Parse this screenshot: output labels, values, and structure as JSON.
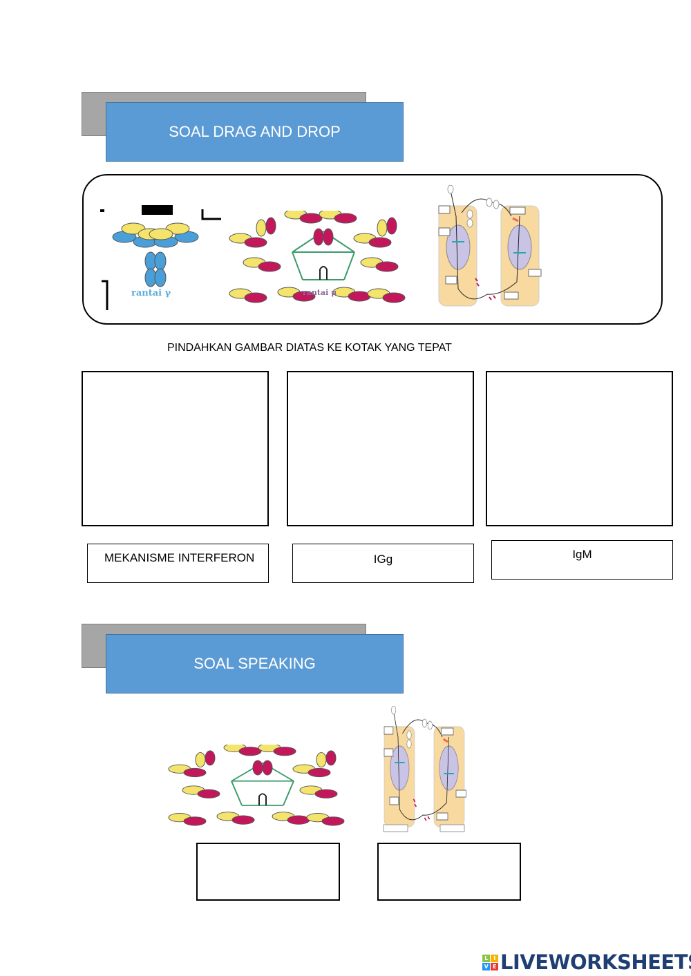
{
  "section1": {
    "title": "SOAL DRAG AND DROP",
    "images": [
      {
        "name": "igg-antibody",
        "caption": "rantai γ"
      },
      {
        "name": "igm-antibody",
        "caption": "rantai μ"
      },
      {
        "name": "interferon-mechanism",
        "caption": ""
      }
    ],
    "instruction": "PINDAHKAN GAMBAR DIATAS KE KOTAK YANG TEPAT",
    "labels": [
      "MEKANISME INTERFERON",
      "IGg",
      "IgM"
    ]
  },
  "section2": {
    "title": "SOAL SPEAKING"
  },
  "colors": {
    "header_blue": "#5b9bd5",
    "header_gray": "#a6a6a6",
    "antibody_pink": "#c2185b",
    "antibody_yellow": "#f4e46c",
    "antibody_blue": "#4a9fd8",
    "cell_tan": "#f8d9a0"
  },
  "footer": {
    "brand": "LIVEWORKSHEETS",
    "tiles": [
      "L",
      "I",
      "V",
      "E"
    ]
  }
}
